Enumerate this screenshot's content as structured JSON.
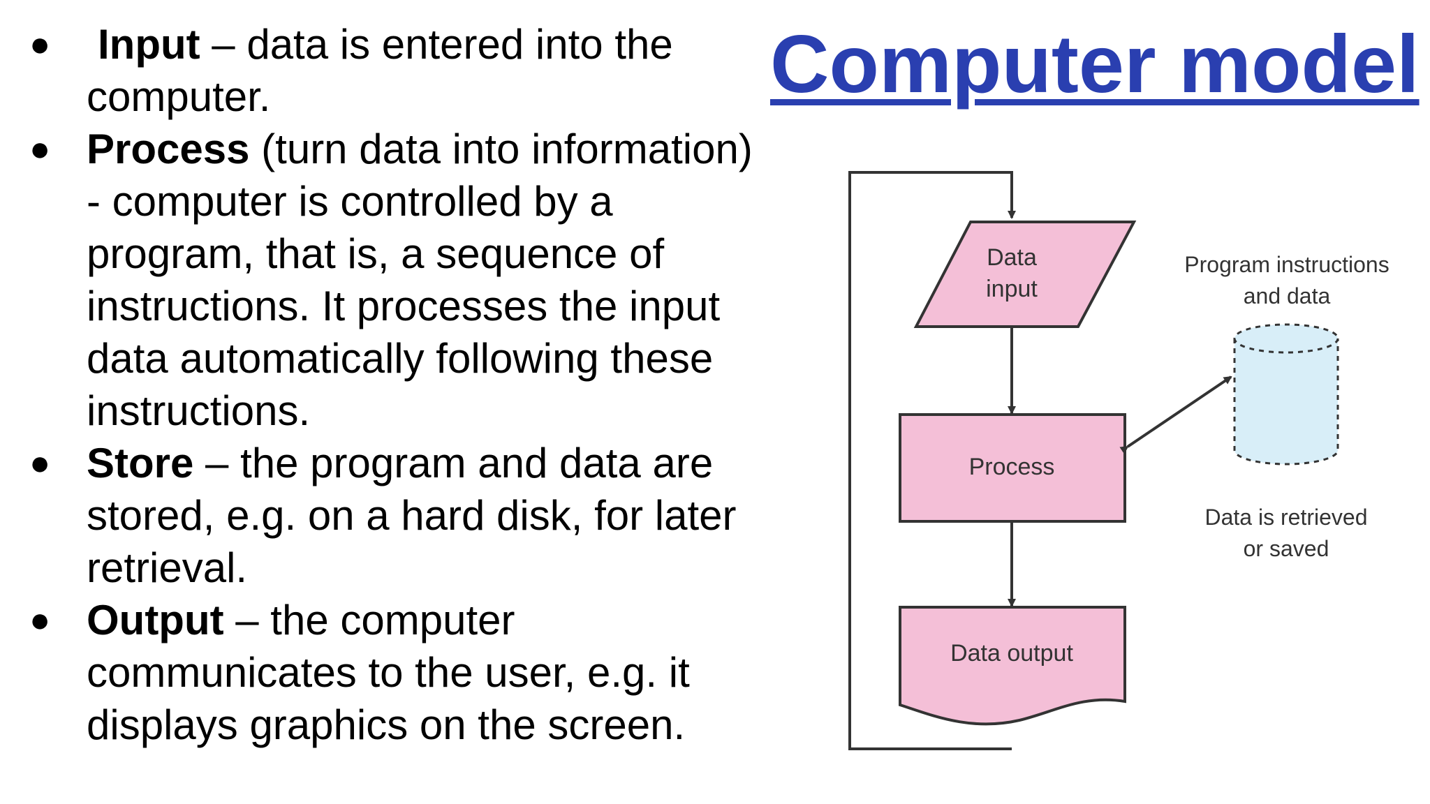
{
  "title": "Computer model",
  "bullets": [
    {
      "term": "Input",
      "text": " – data is entered into the computer."
    },
    {
      "term": "Process",
      "text": " (turn data into information) - computer is controlled by a program, that is, a sequence of instructions. It processes the input data automatically following these instructions."
    },
    {
      "term": "Store",
      "text": " – the program and data are stored, e.g. on a hard disk, for later retrieval."
    },
    {
      "term": "Output",
      "text": " – the computer communicates to the user, e.g. it displays graphics on the screen."
    }
  ],
  "bullet_symbol": "●",
  "diagram": {
    "input_label": [
      "Data",
      "input"
    ],
    "process_label": "Process",
    "output_label": "Data output",
    "storage_label": [
      "Program instructions",
      "and data"
    ],
    "retrieval_label": [
      "Data is retrieved",
      "or saved"
    ],
    "colors": {
      "shape_fill": "#f4bfd7",
      "storage_fill": "#d8eef8",
      "stroke": "#333333",
      "title": "#2a3fb0"
    }
  }
}
